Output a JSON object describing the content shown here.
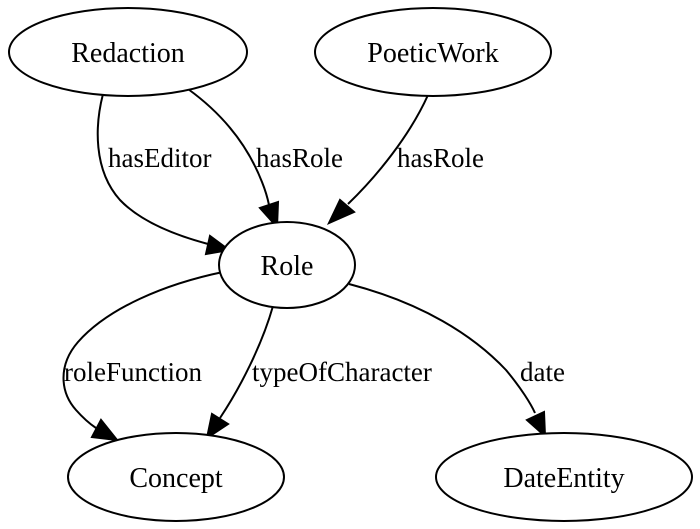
{
  "nodes": {
    "redaction": "Redaction",
    "poetic_work": "PoeticWork",
    "role": "Role",
    "concept": "Concept",
    "date_entity": "DateEntity"
  },
  "edges": {
    "redaction_has_editor": {
      "label": "hasEditor",
      "from": "Redaction",
      "to": "Role"
    },
    "redaction_has_role": {
      "label": "hasRole",
      "from": "Redaction",
      "to": "Role"
    },
    "poetic_work_has_role": {
      "label": "hasRole",
      "from": "PoeticWork",
      "to": "Role"
    },
    "role_role_function": {
      "label": "roleFunction",
      "from": "Role",
      "to": "Concept"
    },
    "role_type_of_character": {
      "label": "typeOfCharacter",
      "from": "Role",
      "to": "Concept"
    },
    "role_date": {
      "label": "date",
      "from": "Role",
      "to": "DateEntity"
    }
  }
}
